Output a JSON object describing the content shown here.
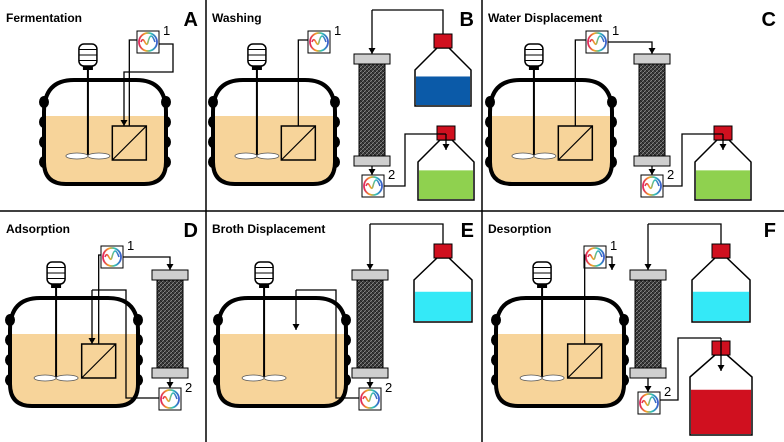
{
  "figure": {
    "panels": [
      {
        "id": "A",
        "title": "Fermentation",
        "letter": "A",
        "pumps": [
          "1"
        ]
      },
      {
        "id": "B",
        "title": "Washing",
        "letter": "B",
        "pumps": [
          "1",
          "2"
        ]
      },
      {
        "id": "C",
        "title": "Water Displacement",
        "letter": "C",
        "pumps": [
          "1",
          "2"
        ]
      },
      {
        "id": "D",
        "title": "Adsorption",
        "letter": "D",
        "pumps": [
          "1",
          "2"
        ]
      },
      {
        "id": "E",
        "title": "Broth Displacement",
        "letter": "E",
        "pumps": [
          "2"
        ]
      },
      {
        "id": "F",
        "title": "Desorption",
        "letter": "F",
        "pumps": [
          "1",
          "2"
        ]
      }
    ]
  },
  "colors": {
    "broth": "#F7D49A",
    "wash_buffer": "#0B5AA8",
    "water_waste": "#8FD14F",
    "displacement_liquid": "#34E9F7",
    "eluate": "#D0101F",
    "bottle_cap": "#D0101F",
    "column_body": "#3A3A3A",
    "column_cap": "#CFCFCF"
  },
  "icons": [
    "motor-icon",
    "pump-icon",
    "membrane-module-icon",
    "chromatography-column-icon",
    "bottle-icon",
    "impeller-icon"
  ]
}
